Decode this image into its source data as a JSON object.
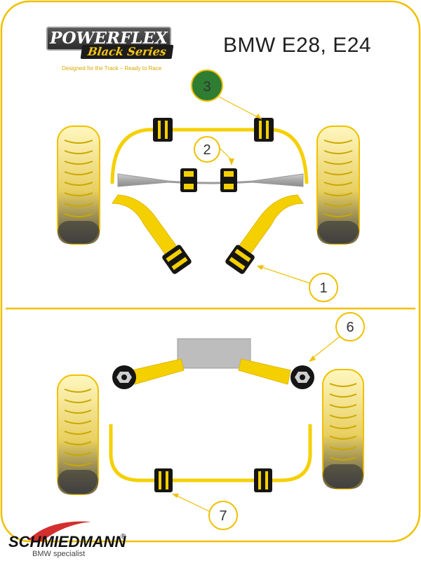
{
  "title": "BMW E28, E24",
  "logo": {
    "main": "POWERFLEX",
    "sub": "Black Series",
    "tagline": "Designed for the Track – Ready to Race"
  },
  "brand": {
    "name": "SCHMIEDMANN",
    "registered": "®",
    "sub": "BMW specialist"
  },
  "callouts": [
    {
      "label": "3",
      "highlighted": true
    },
    {
      "label": "2",
      "highlighted": false
    },
    {
      "label": "1",
      "highlighted": false
    },
    {
      "label": "6",
      "highlighted": false
    },
    {
      "label": "7",
      "highlighted": false
    }
  ],
  "colors": {
    "frame": "#f0c000",
    "part_yellow": "#f5d000",
    "bush_black": "#151515",
    "callout_green": "#2e7d32",
    "tyre_grey": "#555555",
    "subframe_grey": "#bdbdbd"
  }
}
